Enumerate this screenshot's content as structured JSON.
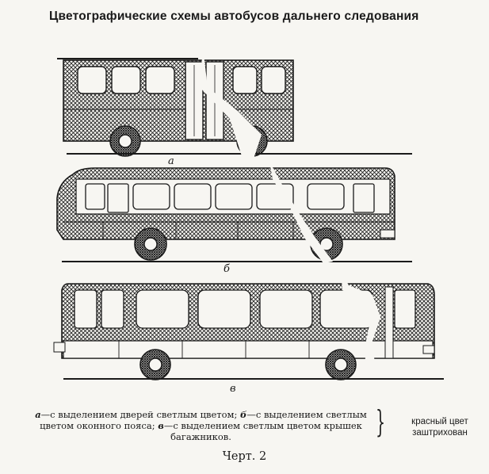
{
  "title": "Цветографические схемы автобусов дальнего следования",
  "figure_labels": {
    "a": "а",
    "b": "б",
    "v": "в"
  },
  "caption": {
    "part1_letter": "а",
    "part1_text": "—с выделением дверей светлым цветом; ",
    "part2_letter": "б",
    "part2_text": "—с выделением светлым цветом оконного пояса; ",
    "part3_letter": "в",
    "part3_text": "—с выделением светлым цветом крышек багажников.",
    "legend_line1": "красный цвет",
    "legend_line2": "заштрихован"
  },
  "figure_number": "Черт. 2",
  "colors": {
    "ink": "#1a1a1a",
    "paper": "#f7f6f2"
  }
}
